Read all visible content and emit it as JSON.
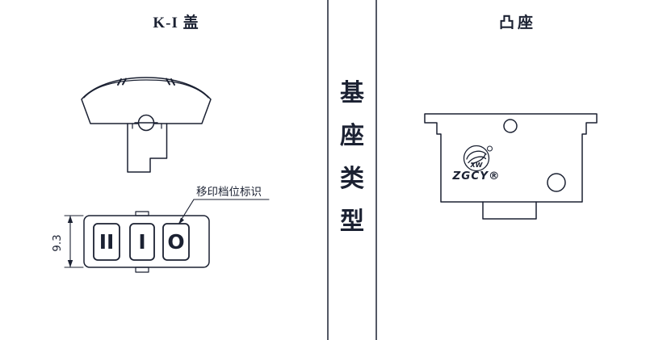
{
  "page": {
    "left_title": "K-I 盖",
    "right_title": "凸座"
  },
  "divider": {
    "label": "基座类型",
    "chars": [
      "基",
      "座",
      "类",
      "型"
    ]
  },
  "cover": {
    "dimension": "9.3",
    "annotation": "移印档位标识",
    "switch_positions": [
      "II",
      "I",
      "O"
    ]
  },
  "base": {
    "emblem_text": "XW",
    "brand_text": "ZGCY®"
  }
}
